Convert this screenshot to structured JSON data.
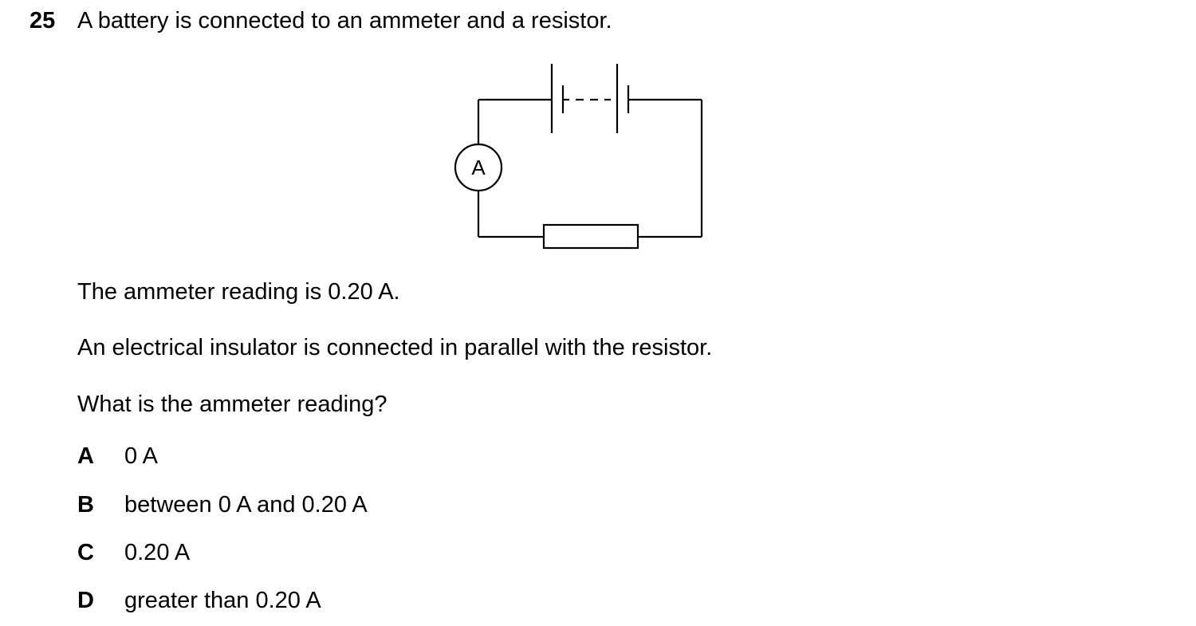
{
  "question": {
    "number": "25",
    "stem": "A battery is connected to an ammeter and a resistor.",
    "diagram": {
      "ammeter_symbol": "A"
    },
    "paragraphs": [
      "The ammeter reading is 0.20 A.",
      "An electrical insulator is connected in parallel with the resistor.",
      "What is the ammeter reading?"
    ],
    "options": [
      {
        "letter": "A",
        "text": "0 A"
      },
      {
        "letter": "B",
        "text": "between 0 A and 0.20 A"
      },
      {
        "letter": "C",
        "text": "0.20 A"
      },
      {
        "letter": "D",
        "text": "greater than 0.20 A"
      }
    ]
  }
}
